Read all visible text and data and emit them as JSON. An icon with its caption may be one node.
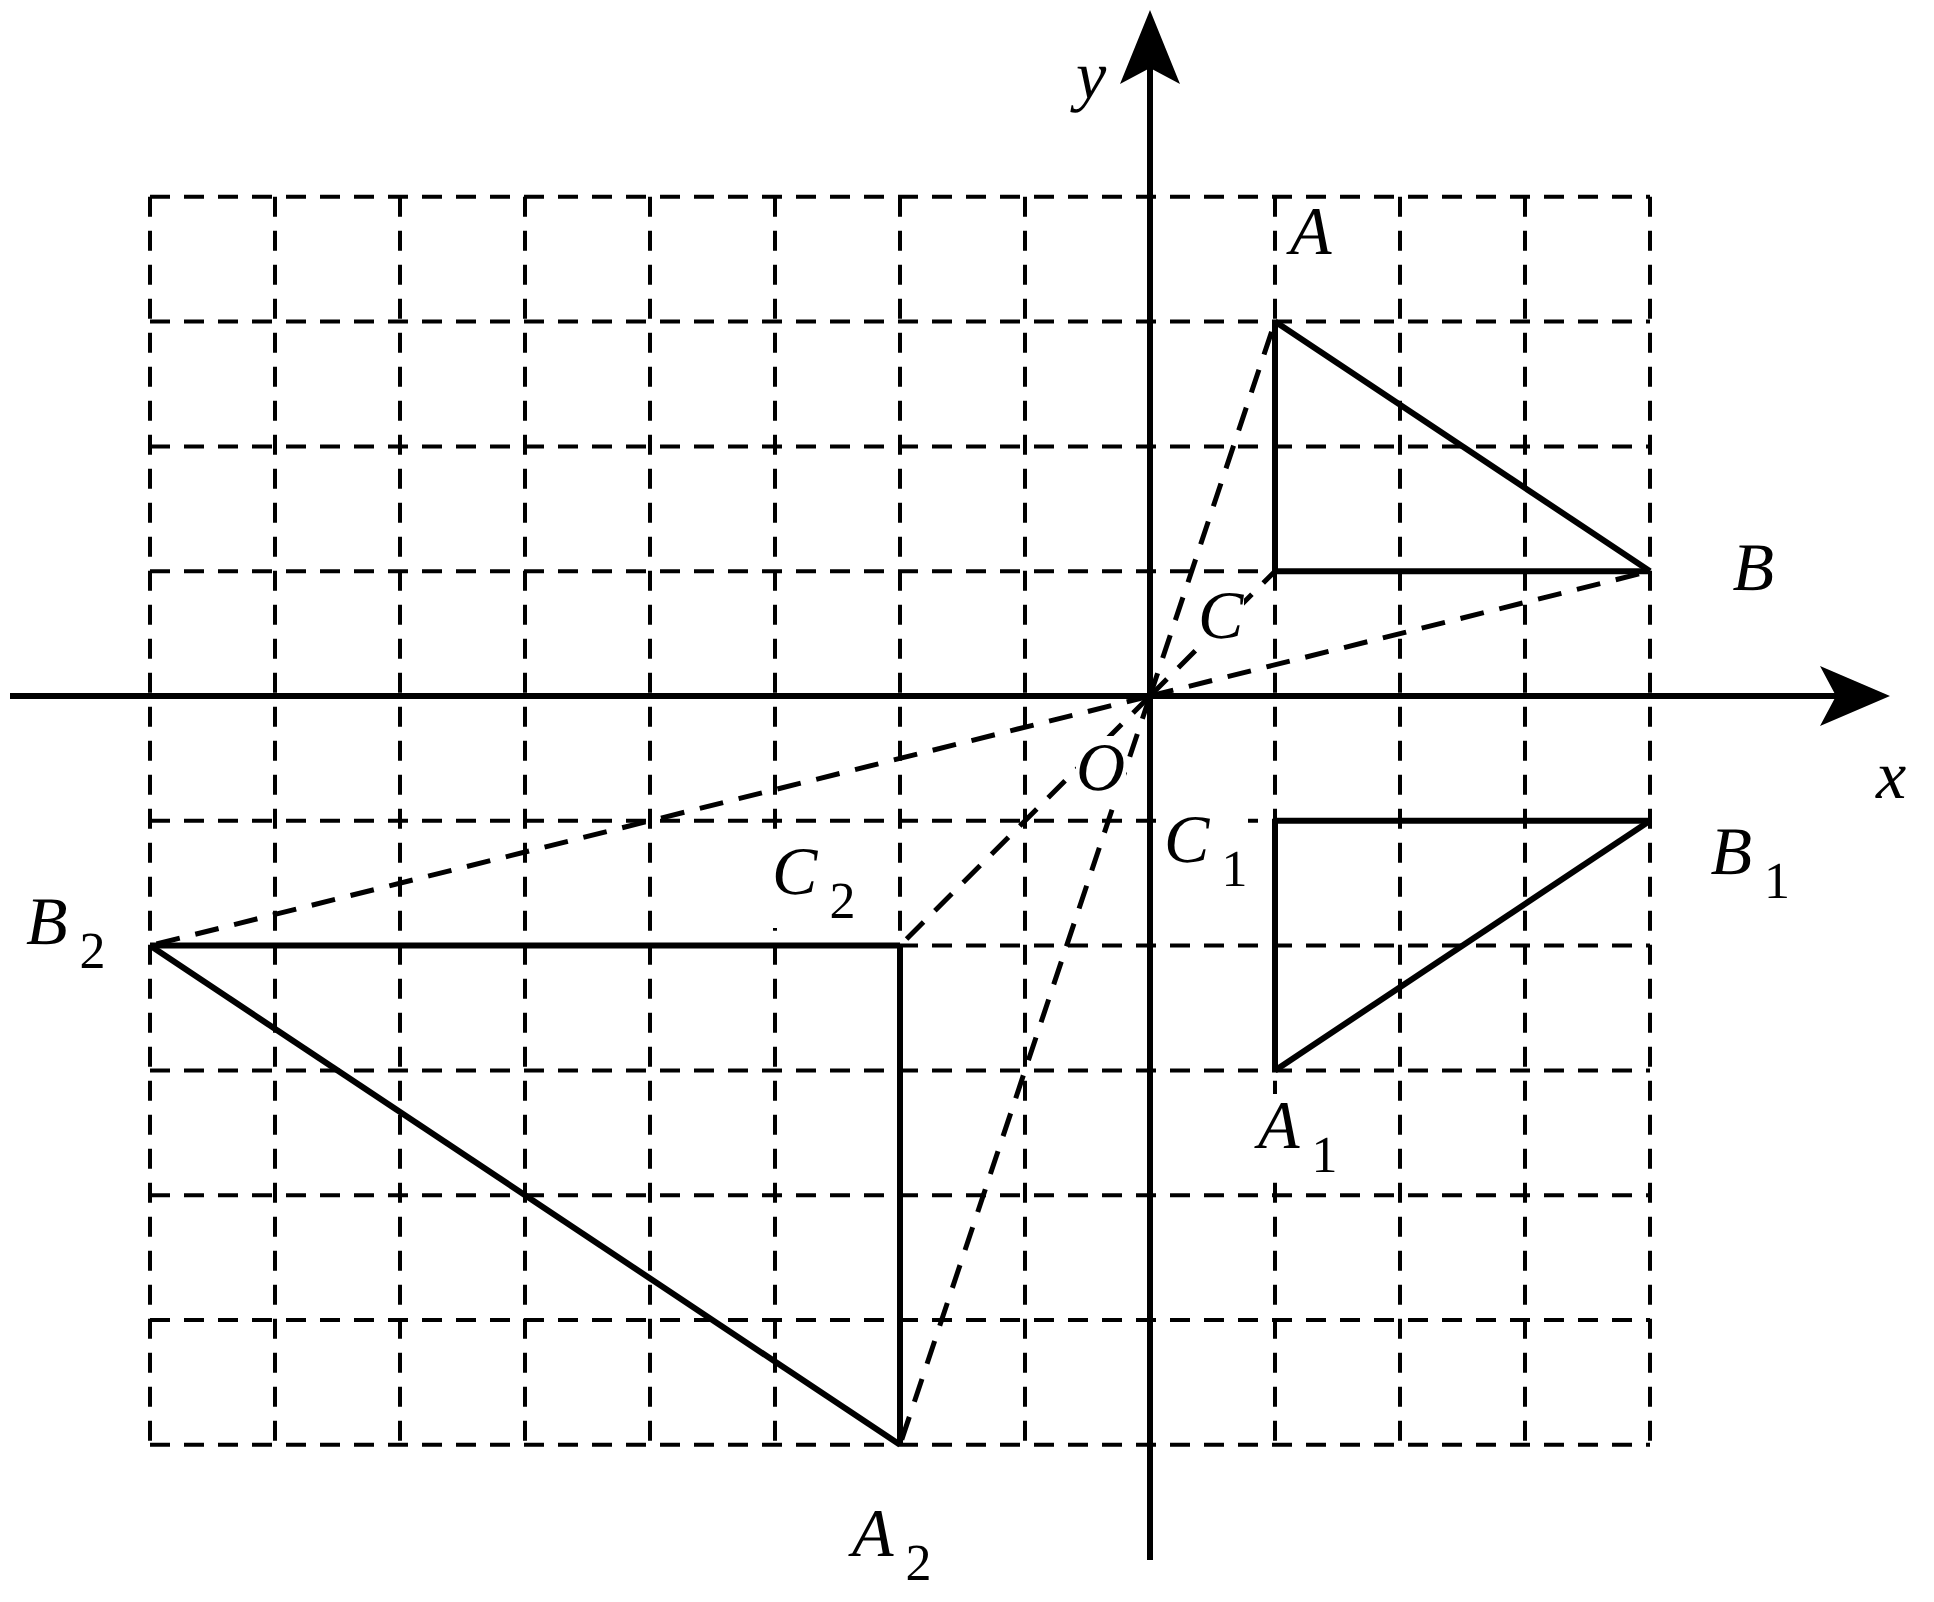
{
  "diagram": {
    "nodes": [
      {
        "text": [
          "*A*"
        ]
      },
      {
        "text": [
          "*B*"
        ]
      },
      {
        "text": [
          "*C*"
        ]
      },
      {
        "text": [
          "*O*"
        ]
      },
      {
        "text": [
          "*C*$_{1}$"
        ]
      },
      {
        "text": [
          "*B*$_{1}$"
        ]
      },
      {
        "text": [
          "*B*$_{2}$"
        ]
      },
      {
        "text": [
          "*C*$_{2}$"
        ]
      },
      {
        "text": [
          "*A*$_{1}$"
        ]
      },
      {
        "text": [
          "*A*$_{2}$"
        ]
      }
    ],
    "edges": [
      {
        "from": 0,
        "to": 1,
        "arrow": "none"
      },
      {
        "from": 1,
        "to": 2,
        "arrow": "none"
      },
      {
        "from": 2,
        "to": 0,
        "arrow": "none"
      },
      {
        "from": 4,
        "to": 5,
        "arrow": "none"
      },
      {
        "from": 5,
        "to": 8,
        "arrow": "none"
      },
      {
        "from": 8,
        "to": 4,
        "arrow": "none"
      },
      {
        "from": 6,
        "to": 7,
        "arrow": "none"
      },
      {
        "from": 7,
        "to": 9,
        "arrow": "none"
      },
      {
        "from": 9,
        "to": 6,
        "arrow": "none"
      },
      {
        "from": 3,
        "to": 0,
        "arrow": "none",
        "style": "dashed"
      },
      {
        "from": 3,
        "to": 1,
        "arrow": "none",
        "style": "dashed"
      },
      {
        "from": 3,
        "to": 2,
        "arrow": "none",
        "style": "dashed"
      },
      {
        "from": 3,
        "to": 6,
        "arrow": "none",
        "style": "dashed"
      },
      {
        "from": 3,
        "to": 7,
        "arrow": "none",
        "style": "dashed"
      },
      {
        "from": 3,
        "to": 9,
        "arrow": "none",
        "style": "dashed"
      }
    ],
    "labels": [
      "y",
      "x"
    ]
  }
}
